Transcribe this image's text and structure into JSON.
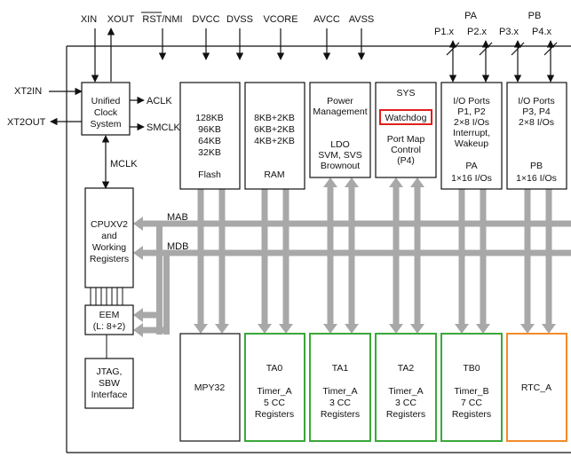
{
  "pins": {
    "xin": "XIN",
    "xout": "XOUT",
    "rst_nmi": "RST/NMI",
    "dvcc": "DVCC",
    "dvss": "DVSS",
    "vcore": "VCORE",
    "avcc": "AVCC",
    "avss": "AVSS",
    "xt2in": "XT2IN",
    "xt2out": "XT2OUT",
    "pa_header": "PA",
    "pb_header": "PB",
    "p1": "P1.x",
    "p2": "P2.x",
    "p3": "P3.x",
    "p4": "P4.x"
  },
  "clock": {
    "lines": [
      "Unified",
      "Clock",
      "System"
    ],
    "aclk": "ACLK",
    "smclk": "SMCLK",
    "mclk": "MCLK"
  },
  "flash": {
    "sizes": [
      "128KB",
      "96KB",
      "64KB",
      "32KB"
    ],
    "title": "Flash"
  },
  "ram": {
    "sizes": [
      "8KB+2KB",
      "6KB+2KB",
      "4KB+2KB"
    ],
    "title": "RAM"
  },
  "power": {
    "title_lines": [
      "Power",
      "Management"
    ],
    "sub_lines": [
      "LDO",
      "SVM, SVS",
      "Brownout"
    ]
  },
  "sys": {
    "title": "SYS",
    "watchdog": "Watchdog",
    "port_map_lines": [
      "Port Map",
      "Control",
      "(P4)"
    ]
  },
  "porta": {
    "lines": [
      "I/O Ports",
      "P1, P2",
      "2×8 I/Os",
      "Interrupt,",
      "Wakeup"
    ],
    "name": "PA",
    "io": "1×16 I/Os"
  },
  "portb": {
    "lines": [
      "I/O Ports",
      "P3, P4",
      "2×8 I/Os"
    ],
    "name": "PB",
    "io": "1×16 I/Os"
  },
  "cpu": {
    "lines": [
      "CPUXV2",
      "and",
      "Working",
      "Registers"
    ]
  },
  "bus": {
    "mab": "MAB",
    "mdb": "MDB"
  },
  "eem": {
    "lines": [
      "EEM",
      "(L: 8+2)"
    ]
  },
  "jtag": {
    "lines": [
      "JTAG,",
      "SBW",
      "Interface"
    ]
  },
  "mpy": {
    "title": "MPY32"
  },
  "ta0": {
    "lines": [
      "TA0",
      "",
      "Timer_A",
      "5 CC",
      "Registers"
    ]
  },
  "ta1": {
    "lines": [
      "TA1",
      "",
      "Timer_A",
      "3 CC",
      "Registers"
    ]
  },
  "ta2": {
    "lines": [
      "TA2",
      "",
      "Timer_A",
      "3 CC",
      "Registers"
    ]
  },
  "tb0": {
    "lines": [
      "TB0",
      "",
      "Timer_B",
      "7 CC",
      "Registers"
    ]
  },
  "rtc": {
    "title": "RTC_A"
  },
  "colors": {
    "highlight_red": "#e0201b",
    "timer_green": "#3aa83a",
    "rtc_orange": "#f28b2a",
    "bus_gray": "#a8a8a8"
  }
}
